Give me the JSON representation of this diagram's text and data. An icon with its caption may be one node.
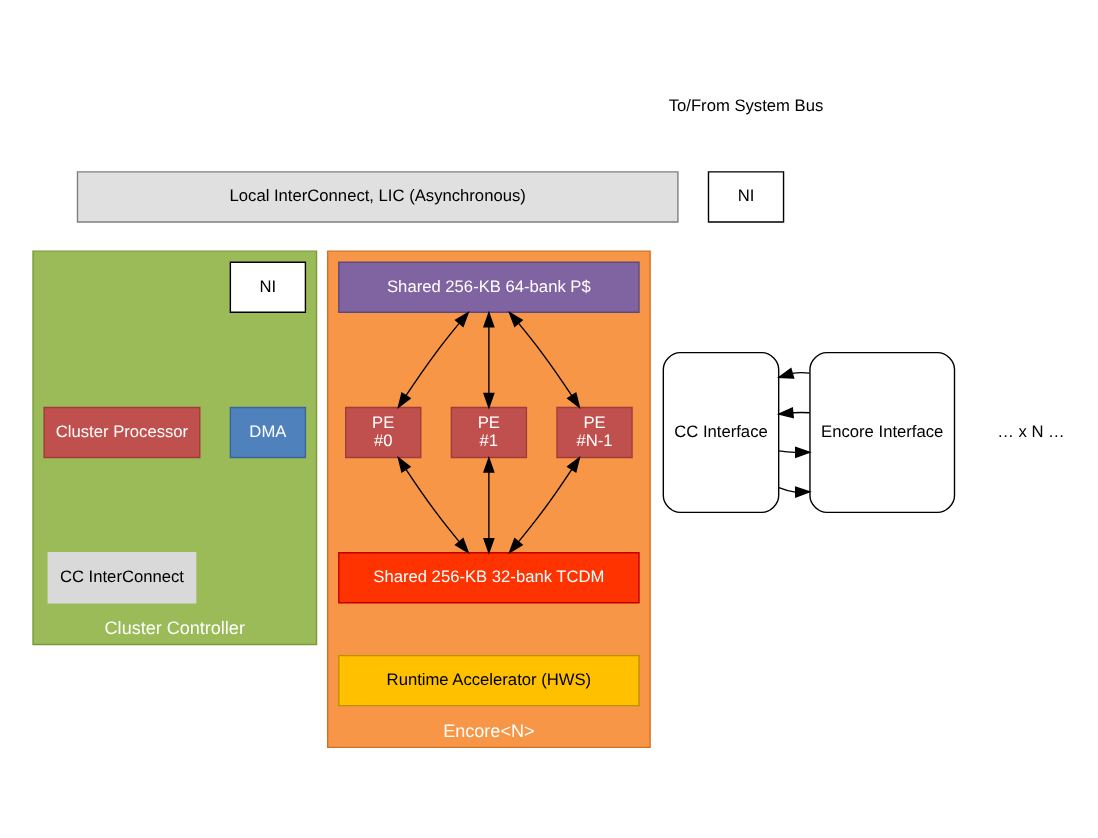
{
  "diagram": {
    "nodes": [
      {
        "text": [
          "Local InterConnect, LIC (Asynchronous)"
        ]
      },
      {
        "text": [
          "NI"
        ]
      },
      {
        "text": [
          "Cluster Controller"
        ]
      },
      {
        "text": [
          "NI"
        ],
        "in": 2
      },
      {
        "text": [
          "Cluster Processor"
        ],
        "in": 2
      },
      {
        "text": [
          "DMA"
        ],
        "in": 2
      },
      {
        "text": [
          "CC InterConnect"
        ],
        "in": 2
      },
      {
        "text": [
          "CC Interface"
        ]
      },
      {
        "text": [
          "Encore Interface"
        ]
      },
      {
        "text": [
          "Encore<N>"
        ]
      },
      {
        "text": [
          "Shared 256-KB 64-bank P$"
        ],
        "in": 9
      },
      {
        "text": [
          "PE",
          "#0"
        ],
        "in": 9
      },
      {
        "text": [
          "PE",
          "#1"
        ],
        "in": 9
      },
      {
        "text": [
          "PE",
          "#N-1"
        ],
        "in": 9
      },
      {
        "text": [
          "Shared 256-KB 32-bank TCDM"
        ],
        "in": 9
      },
      {
        "text": [
          "Runtime Accelerator (HWS)"
        ],
        "in": 9
      }
    ],
    "edges": [
      {
        "from": 7,
        "to": 8,
        "arrow": "to"
      },
      {
        "from": 7,
        "to": 8,
        "arrow": "to"
      },
      {
        "from": 8,
        "to": 7,
        "arrow": "to"
      },
      {
        "from": 8,
        "to": 7,
        "arrow": "to"
      },
      {
        "from": 10,
        "to": 11,
        "arrow": "both"
      },
      {
        "from": 10,
        "to": 12,
        "arrow": "both"
      },
      {
        "from": 10,
        "to": 13,
        "arrow": "both"
      },
      {
        "from": 11,
        "to": 14,
        "arrow": "both"
      },
      {
        "from": 12,
        "to": 14,
        "arrow": "both"
      },
      {
        "from": 13,
        "to": 14,
        "arrow": "both"
      }
    ],
    "labels": [
      "To/From System Bus",
      "… x N …"
    ]
  }
}
